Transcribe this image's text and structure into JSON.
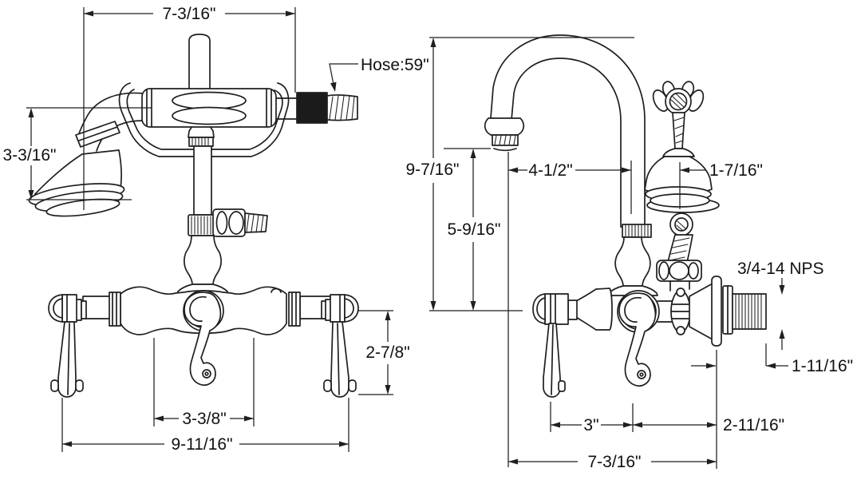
{
  "colors": {
    "background": "#ffffff",
    "line": "#1f1f1f",
    "text": "#111111",
    "hose_ferrule": "#1b1b1b"
  },
  "left_view": {
    "dimensions": {
      "top_width": "7-3/16\"",
      "hose_label": "Hose:59\"",
      "head_drop": "3-3/16\"",
      "handle_height": "2-7/8\"",
      "valve_spacing": "3-3/8\"",
      "overall_width": "9-11/16\""
    }
  },
  "right_view": {
    "dimensions": {
      "spout_height": "9-7/16\"",
      "outlet_height": "5-9/16\"",
      "spout_reach": "4-1/2\"",
      "handshower_offset": "1-7/16\"",
      "thread_spec": "3/4-14 NPS",
      "nipple_length": "1-11/16\"",
      "handle_to_center": "3\"",
      "center_to_wall": "2-11/16\"",
      "overall_depth": "7-3/16\""
    }
  }
}
